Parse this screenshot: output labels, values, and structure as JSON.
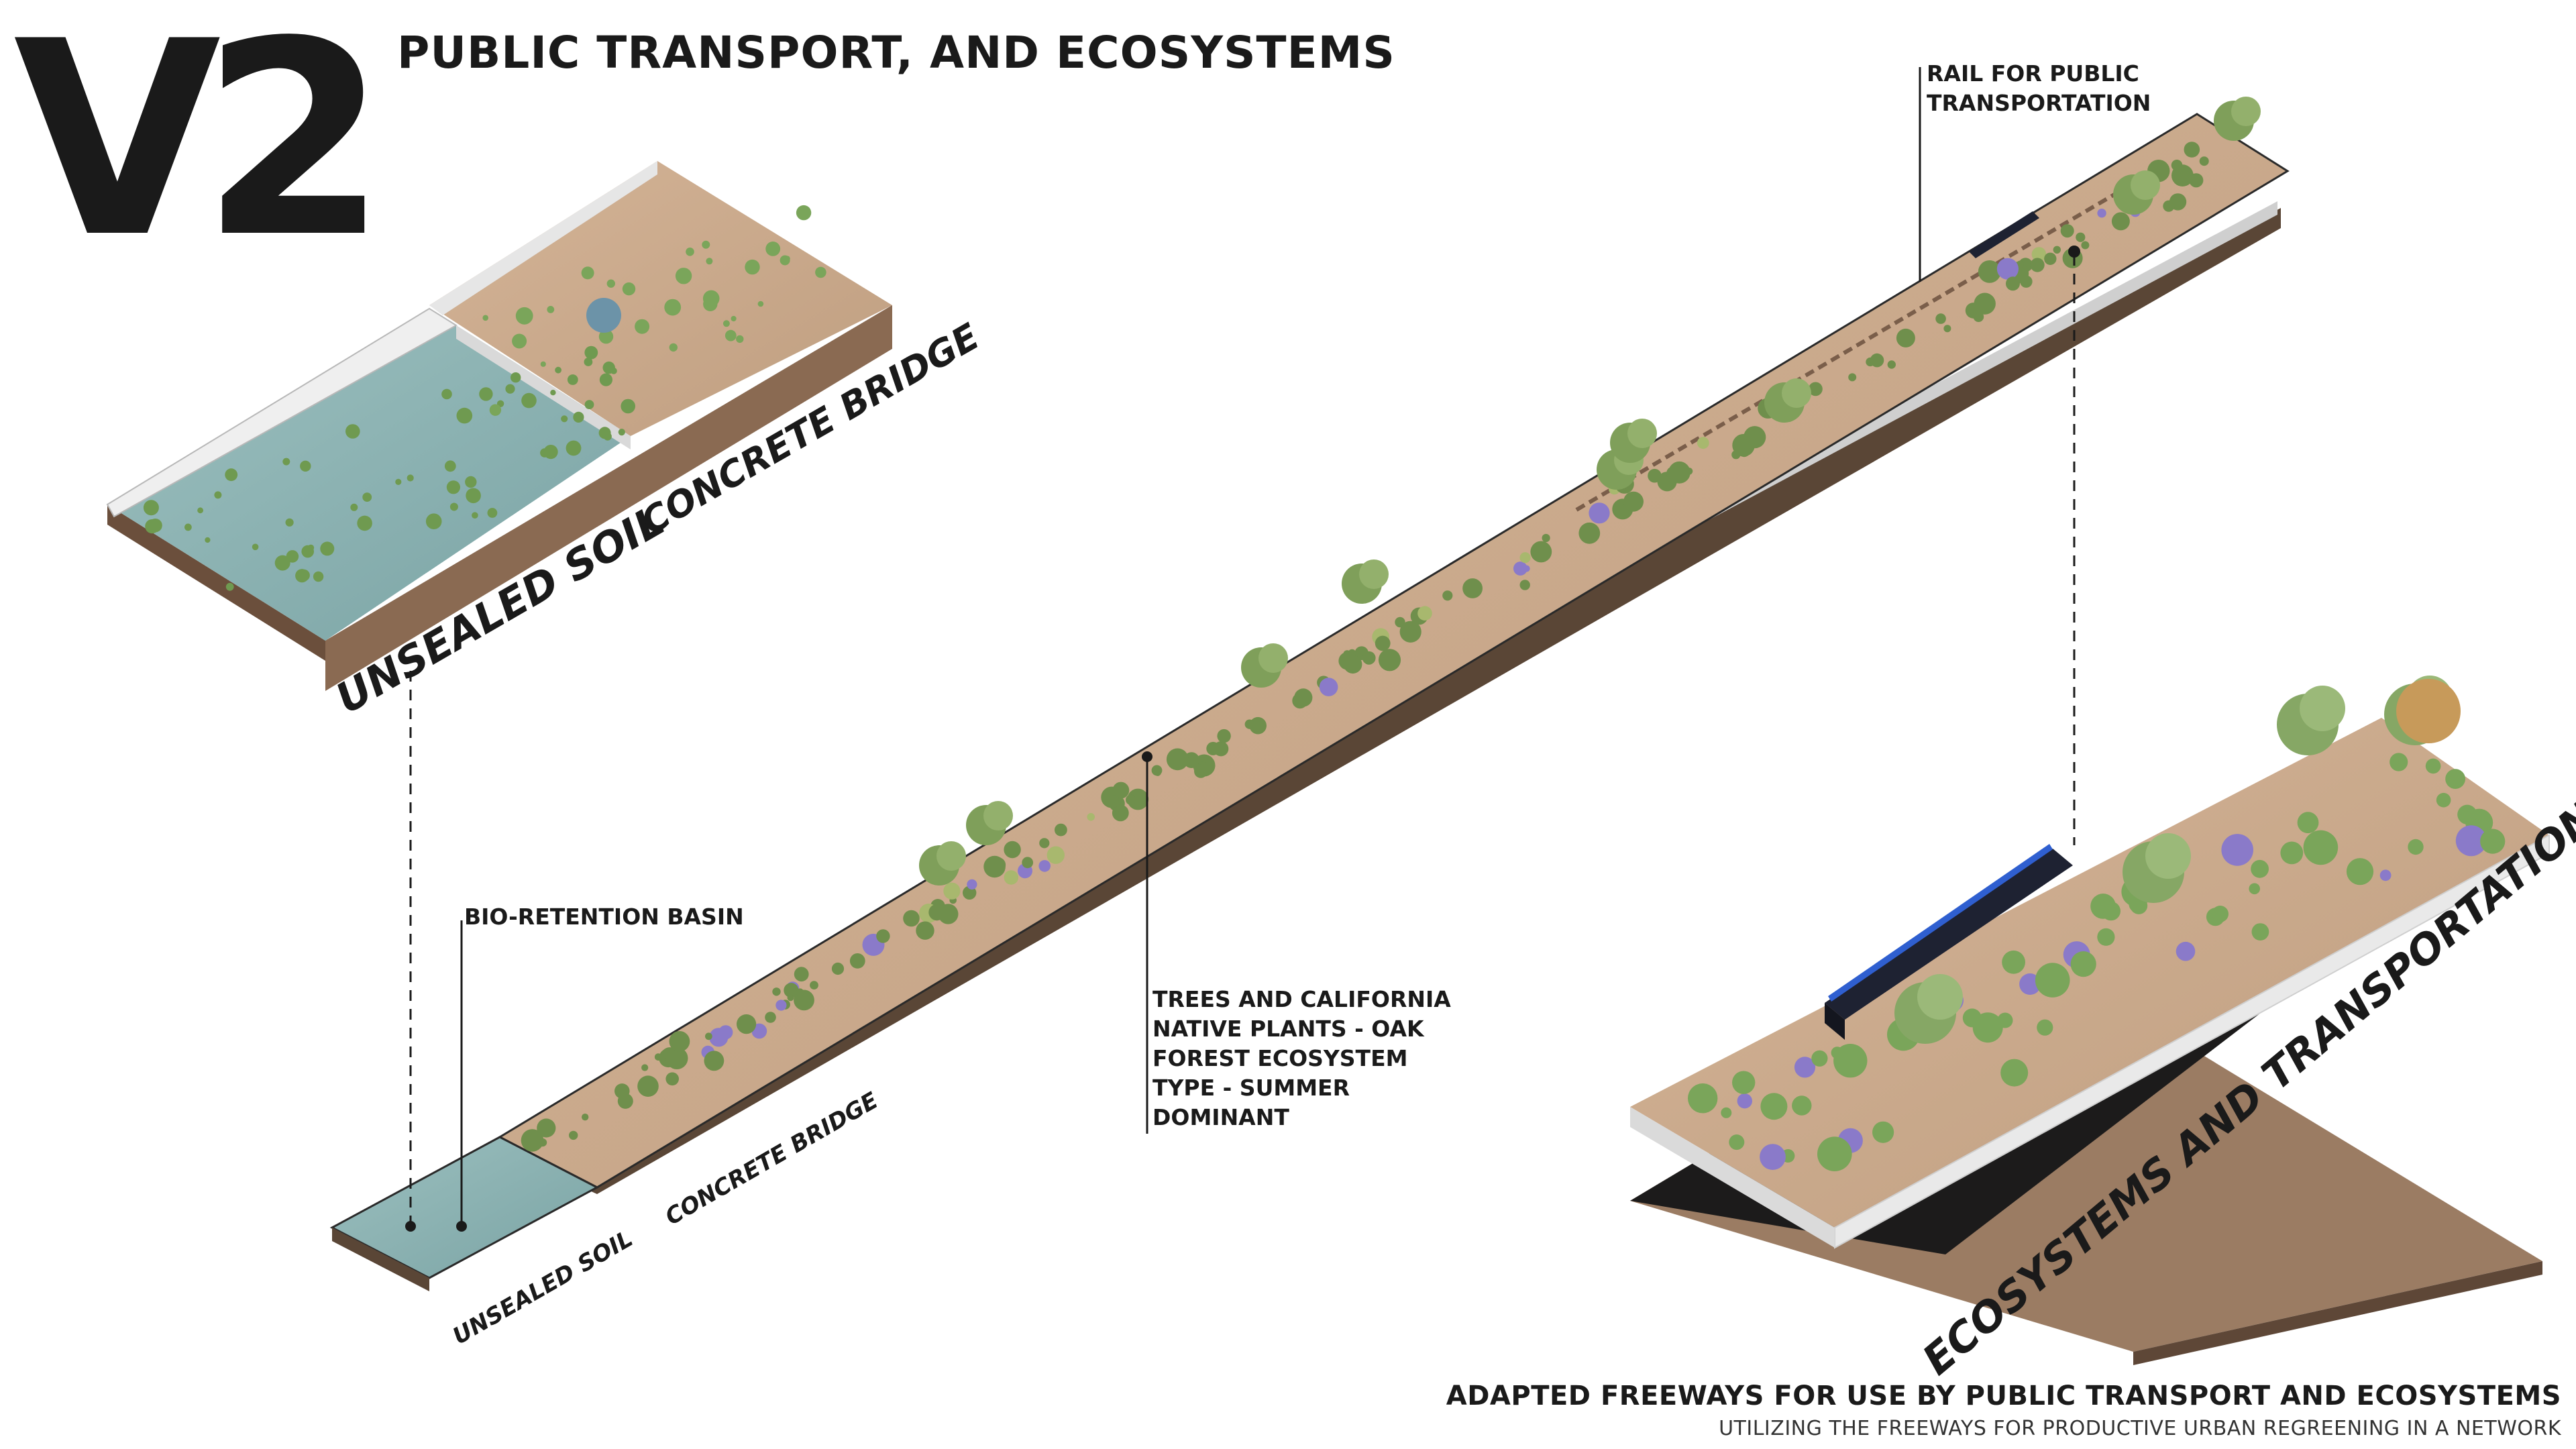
{
  "header": {
    "code": "V2",
    "title": "PUBLIC TRANSPORT, AND ECOSYSTEMS"
  },
  "labels": {
    "top_left_soil": "UNSEALED SOIL",
    "top_left_bridge": "CONCRETE BRIDGE",
    "rail": [
      "RAIL FOR PUBLIC",
      "TRANSPORTATION"
    ],
    "bio_basin": "BIO-RETENTION BASIN",
    "trees": [
      "TREES AND CALIFORNIA",
      "NATIVE PLANTS - OAK",
      "FOREST ECOSYSTEM",
      "TYPE - SUMMER",
      "DOMINANT"
    ],
    "bottom_soil": "UNSEALED SOIL",
    "bottom_bridge": "CONCRETE BRIDGE",
    "right_bridge": "ECOSYSTEMS AND TRANSPORTATION BRIDGE"
  },
  "caption": {
    "main": "ADAPTED FREEWAYS FOR USE BY PUBLIC TRANSPORT AND ECOSYSTEMS",
    "sub": "UTILIZING THE FREEWAYS FOR PRODUCTIVE URBAN REGREENING IN A NETWORK"
  },
  "colors": {
    "soil": "#c9a98c",
    "water": "#8fb1b0",
    "concrete": "#ececec",
    "shrub": "#6f8f4c",
    "flower": "#8a7ac9",
    "train": "#1e2232",
    "train_stripe": "#2f5fd0"
  }
}
